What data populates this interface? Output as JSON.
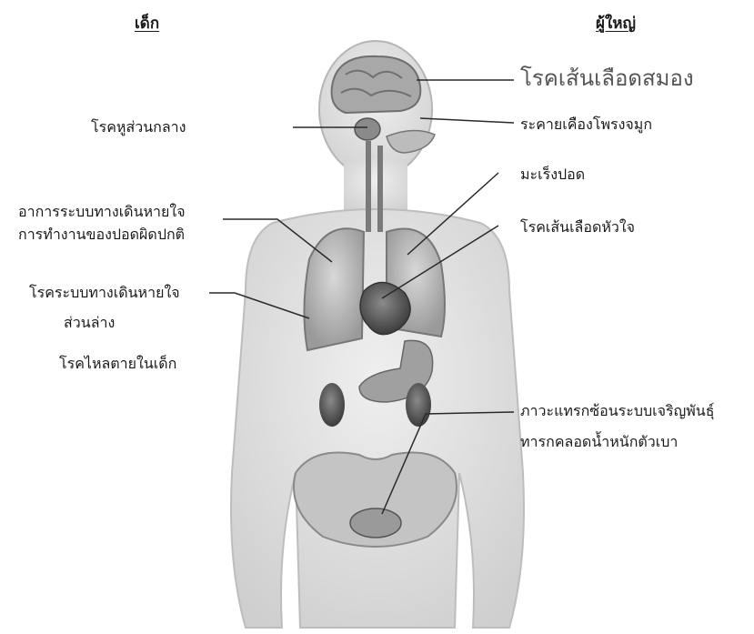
{
  "headers": {
    "children": "เด็ก",
    "adults": "ผู้ใหญ่"
  },
  "left_labels": [
    {
      "id": "middle_ear",
      "text": "โรคหูส่วนกลาง"
    },
    {
      "id": "resp_symptoms_1",
      "text": "อาการระบบทางเดินหายใจ"
    },
    {
      "id": "resp_symptoms_2",
      "text": "การทำงานของปอดผิดปกติ"
    },
    {
      "id": "lower_resp_1",
      "text": "โรคระบบทางเดินหายใจ"
    },
    {
      "id": "lower_resp_2",
      "text": "ส่วนล่าง"
    },
    {
      "id": "sids",
      "text": "โรคไหลตายในเด็ก"
    }
  ],
  "right_labels": [
    {
      "id": "stroke",
      "text": "โรคเส้นเลือดสมอง"
    },
    {
      "id": "nasal",
      "text": "ระคายเคืองโพรงจมูก"
    },
    {
      "id": "lung_cancer",
      "text": "มะเร็งปอด"
    },
    {
      "id": "heart",
      "text": "โรคเส้นเลือดหัวใจ"
    },
    {
      "id": "repro_1",
      "text": "ภาวะแทรกซ้อนระบบเจริญพันธุ์"
    },
    {
      "id": "repro_2",
      "text": "ทารกคลอดน้ำหนักตัวเบา"
    }
  ]
}
